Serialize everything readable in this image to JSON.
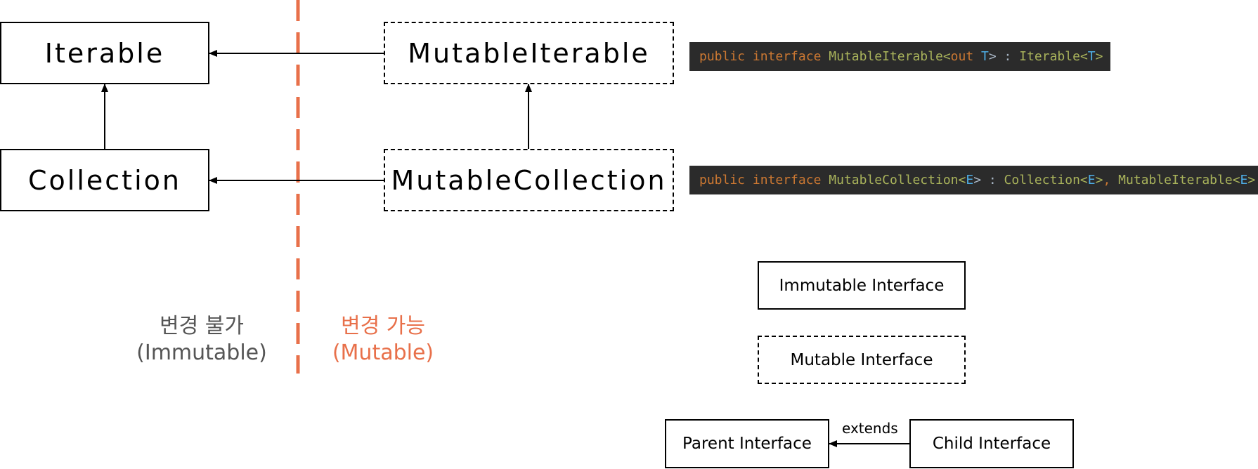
{
  "colors": {
    "mutable_accent": "#e8704a",
    "immutable_text": "#555555",
    "code_bg": "#2b2b2b"
  },
  "nodes": {
    "iterable": "Iterable",
    "collection": "Collection",
    "mutable_iterable": "MutableIterable",
    "mutable_collection": "MutableCollection"
  },
  "regions": {
    "immutable": {
      "line1": "변경 불가",
      "line2": "(Immutable)"
    },
    "mutable": {
      "line1": "변경 가능",
      "line2": "(Mutable)"
    }
  },
  "code": {
    "mutable_iterable": {
      "public": "public",
      "interface": "interface",
      "name": "MutableIterable",
      "lt": "<",
      "out": "out",
      "T": "T",
      "gt_colon": "> : ",
      "parent": "Iterable",
      "lt2": "<",
      "T2": "T",
      "gt2": ">"
    },
    "mutable_collection": {
      "public": "public",
      "interface": "interface",
      "name": "MutableCollection",
      "lt": "<",
      "E": "E",
      "gt_colon": "> : ",
      "parent1": "Collection",
      "lt2": "<",
      "E2": "E",
      "gt_comma": ">",
      "comma": ", ",
      "parent2": "MutableIterable",
      "lt3": "<",
      "E3": "E",
      "gt3": ">"
    }
  },
  "legend": {
    "immutable": "Immutable Interface",
    "mutable": "Mutable Interface",
    "parent": "Parent Interface",
    "child": "Child Interface",
    "extends": "extends"
  }
}
